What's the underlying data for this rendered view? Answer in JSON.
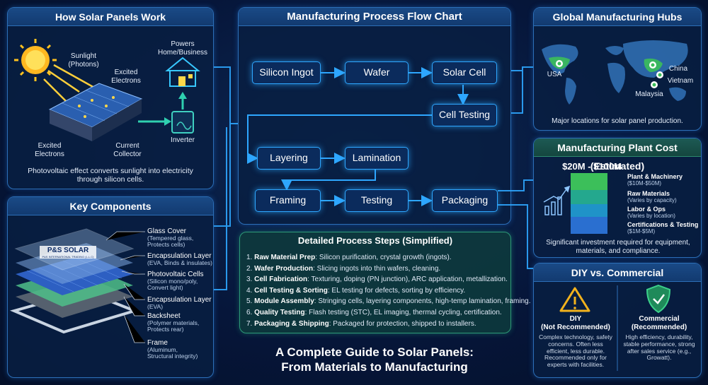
{
  "panels": {
    "how_solar": {
      "title": "How Solar Panels Work",
      "sunlight": "Sunlight\n(Photons)",
      "excited_top": "Excited\nElectrons",
      "excited_bottom": "Excited\nElectrons",
      "current_collector": "Current\nCollector",
      "inverter": "Inverter",
      "powers": "Powers\nHome/Business",
      "caption": "Photovoltaic effect converts sunlight into electricity through silicon cells."
    },
    "key_components": {
      "title": "Key Components",
      "brand_text": "P&S SOLAR",
      "brand_sub": "P&S INTERNATIONAL TRADING (L.L.C)",
      "items": [
        {
          "name": "Glass Cover",
          "desc": "(Tempered glass,\nProtects cells)"
        },
        {
          "name": "Encapsulation Layer",
          "desc": "(EVA, Binds & insulates)"
        },
        {
          "name": "Photovoltaic Cells",
          "desc": "(Silicon mono/poly,\nConvert light)"
        },
        {
          "name": "Encapsulation Layer",
          "desc": "(EVA)"
        },
        {
          "name": "Backsheet",
          "desc": "(Polymer materials,\nProtects rear)"
        },
        {
          "name": "Frame",
          "desc": "(Aluminum,\nStructural integrity)"
        }
      ]
    },
    "flow": {
      "title": "Manufacturing Process Flow Chart",
      "nodes": [
        "Silicon Ingot",
        "Wafer",
        "Solar Cell",
        "Cell Testing",
        "Layering",
        "Lamination",
        "Framing",
        "Testing",
        "Packaging"
      ]
    },
    "steps": {
      "title": "Detailed Process Steps (Simplified)",
      "items": [
        {
          "num": "1.",
          "name": "Raw Material Prep",
          "text": ": Silicon purification, crystal growth (ingots)."
        },
        {
          "num": "2.",
          "name": "Wafer Production",
          "text": ": Slicing ingots into thin wafers, cleaning."
        },
        {
          "num": "3.",
          "name": "Cell Fabrication",
          "text": ": Texturing, doping (PN junction), ARC application, metallization."
        },
        {
          "num": "4.",
          "name": "Cell Testing & Sorting",
          "text": ": EL testing for defects, sorting by efficiency."
        },
        {
          "num": "5.",
          "name": "Module Assembly",
          "text": ": Stringing cells, layering components, high-temp lamination, framing."
        },
        {
          "num": "6.",
          "name": "Quality Testing",
          "text": ": Flash testing (STC), EL imaging, thermal cycling, certification."
        },
        {
          "num": "7.",
          "name": "Packaging & Shipping",
          "text": ": Packaged for protection, shipped to installers."
        }
      ]
    },
    "footer": {
      "line1": "A Complete Guide to Solar Panels:",
      "line2": "From Materials to Manufacturing"
    },
    "hubs": {
      "title": "Global Manufacturing Hubs",
      "labels": [
        "USA",
        "China",
        "Vietnam",
        "Malaysia"
      ],
      "caption": "Major locations for solar panel production."
    },
    "cost": {
      "title": "Manufacturing Plant Cost (Estimated)",
      "range": "$20M - $100M",
      "items": [
        {
          "name": "Plant & Machinery",
          "desc": "($10M-$50M)",
          "color": "#3cbf5a"
        },
        {
          "name": "Raw Materials",
          "desc": "(Varies by capacity)",
          "color": "#24a88e"
        },
        {
          "name": "Labor & Ops",
          "desc": "(Varies by location)",
          "color": "#1f93c8"
        },
        {
          "name": "Certifications & Testing",
          "desc": "($1M-$5M)",
          "color": "#2a6fd0"
        }
      ],
      "caption": "Significant investment required for equipment, materials, and compliance."
    },
    "diy": {
      "title": "DIY vs. Commercial",
      "diy_title": "DIY\n(Not Recommended)",
      "diy_text": "Complex technology, safety concerns. Often less efficient, less durable. Recommended only for experts with facilities.",
      "com_title": "Commercial\n(Recommended)",
      "com_text": "High efficiency, durability, stable performance, strong after sales service (e.g., Growatt)."
    }
  },
  "colors": {
    "accent": "#2ea7ff",
    "panel_border": "#2c6fb8",
    "green": "#3cbf5a",
    "warning": "#f2b21d"
  }
}
